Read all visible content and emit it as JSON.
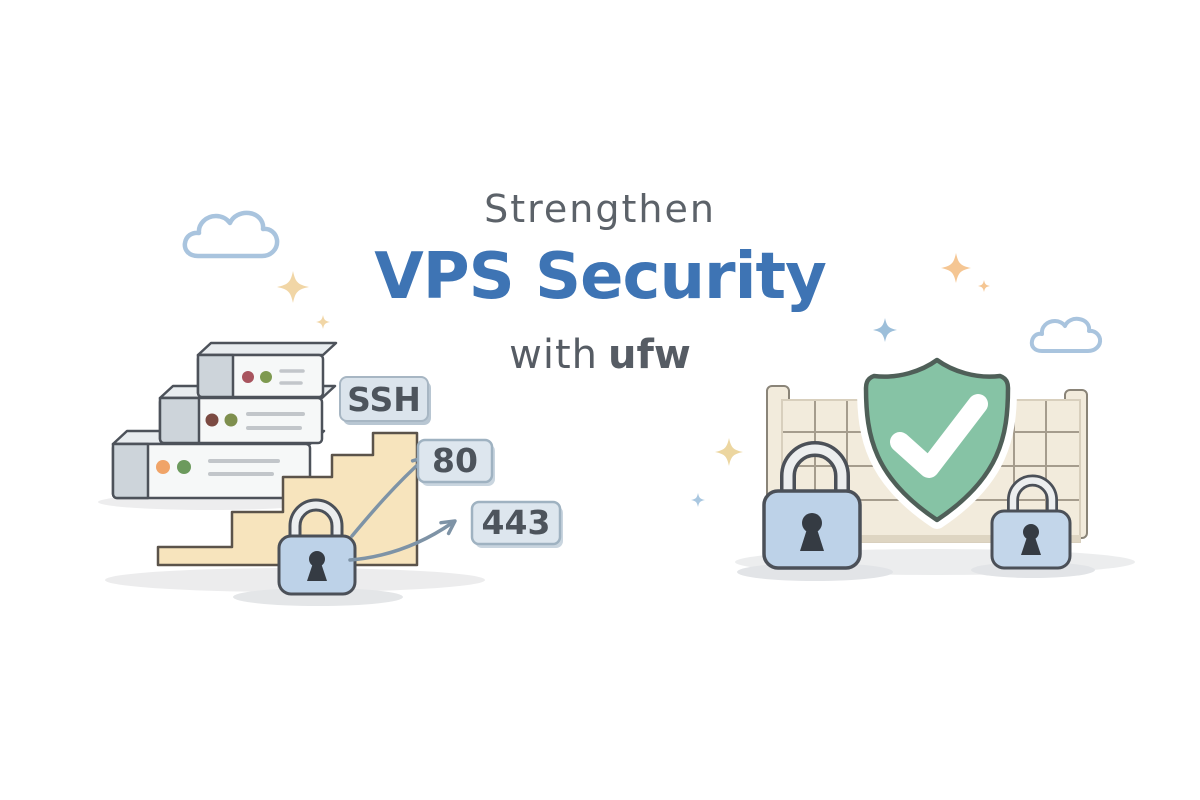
{
  "title": {
    "line1": "Strengthen",
    "line2": "VPS Security",
    "line3_prefix": "with",
    "line3_tool": "ufw"
  },
  "labels": {
    "ssh": "SSH",
    "port_http": "80",
    "port_https": "443"
  },
  "icons": {
    "left_scene": [
      "server-stack-icon",
      "staircase-icon",
      "padlock-icon",
      "curved-arrow-icon",
      "ssh-badge",
      "port-80-badge",
      "port-443-badge"
    ],
    "right_scene": [
      "firewall-fence-icon",
      "shield-check-icon",
      "padlock-icon",
      "padlock-icon"
    ],
    "decor": [
      "cloud-icon",
      "cloud-icon",
      "sparkle-icon"
    ]
  },
  "colors": {
    "title_primary": "#3e74b4",
    "title_secondary": "#5c6269",
    "shield_green": "#86c3a5",
    "checkmark": "#ffffff",
    "lock_blue": "#bdd2e8",
    "stairs_beige": "#f7e4bd",
    "badge_bg": "#dde6ee",
    "badge_text": "#4d545c",
    "arrow": "#7e93a6",
    "cloud_outline": "#a9c4de",
    "sparkle_warm": "#f1d6a6",
    "sparkle_blue": "#9dbfda",
    "server_face": "#f6f8f8",
    "server_cap": "#cdd4da",
    "firewall_beige": "#f2ebdc",
    "led_orange": "#f0a468",
    "led_green": "#6c9a5d",
    "led_red": "#a8545e",
    "led_brown": "#7b4a42"
  }
}
